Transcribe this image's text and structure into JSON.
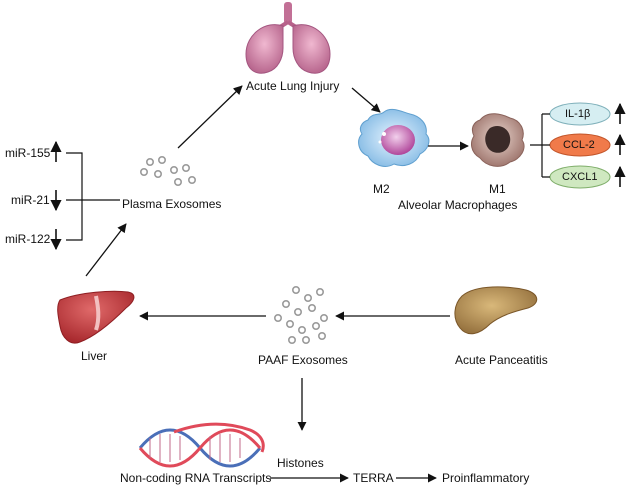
{
  "nodes": {
    "acute_lung_injury": "Acute Lung Injury",
    "m2": "M2",
    "m1": "M1",
    "alveolar_macrophages": "Alveolar Macrophages",
    "plasma_exosomes": "Plasma Exosomes",
    "liver": "Liver",
    "paaf_exosomes": "PAAF Exosomes",
    "acute_pancreatitis": "Acute Panceatitis",
    "non_coding_rna": "Non-coding RNA Transcripts",
    "histones": "Histones",
    "terra": "TERRA",
    "proinflammatory": "Proinflammatory"
  },
  "mirnas": [
    {
      "label": "miR-155",
      "direction": "up"
    },
    {
      "label": "miR-21",
      "direction": "down"
    },
    {
      "label": "miR-122",
      "direction": "down"
    }
  ],
  "cytokines": [
    {
      "label": "IL-1β",
      "color": "#d6eef2",
      "direction": "up"
    },
    {
      "label": "CCL-2",
      "color": "#f07a4a",
      "direction": "up"
    },
    {
      "label": "CXCL1",
      "color": "#cfe8c0",
      "direction": "up"
    }
  ],
  "colors": {
    "lung": "#c97ba0",
    "m2_cell": "#8ec5ea",
    "m2_nucleus": "#c95aa8",
    "m1_cell": "#b8928a",
    "liver": "#c0353a",
    "pancreas": "#b8925a",
    "exosome": "#9a9a9a",
    "rna_blue": "#4a6fb8",
    "rna_red": "#e04a5a"
  },
  "icons": [
    "lung-icon",
    "macrophage-m2-icon",
    "macrophage-m1-icon",
    "liver-icon",
    "pancreas-icon",
    "exosome-cluster-icon",
    "rna-helix-icon"
  ]
}
